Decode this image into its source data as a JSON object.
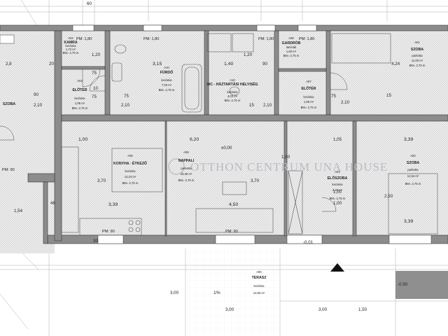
{
  "rooms": [
    {
      "id": "A04",
      "name": "KAMRA",
      "floor": "kerámia",
      "area": "1,72 m²",
      "bm": "BM= 2,75 m"
    },
    {
      "id": "A03",
      "name": "ELŐTÉR",
      "floor": "kerámia",
      "area": "1,95 m²",
      "bm": "BM= 2,75 m"
    },
    {
      "id": "A10",
      "name": "FÜRDŐ",
      "floor": "kerámia",
      "area": "7,00 m²",
      "bm": "BM= 2,75 m"
    },
    {
      "id": "A10",
      "name": "WC - HÁZTARTÁSI HELYISÉG",
      "floor": "kerámia",
      "area": "4,03 m²",
      "bm": "BM= 2,75 m"
    },
    {
      "id": "A08",
      "name": "GARDRÓB",
      "floor": "laminált",
      "area": "1,60 m²",
      "bm": "BM= 2,75 m"
    },
    {
      "id": "A07",
      "name": "ELŐTÉR",
      "floor": "kerámia",
      "area": "1,96 m²",
      "bm": "BM= 2,75 m"
    },
    {
      "id": "A01",
      "name": "SZOBA",
      "floor": "parketta",
      "area": "11,00 m²",
      "bm": "BM= 2,75 m"
    },
    {
      "id": "A06",
      "name": "KONYHA - ÉTKEZŐ",
      "floor": "kerámia",
      "area": "12,24 m²",
      "bm": "BM= 2,75 m"
    },
    {
      "id": "A05",
      "name": "NAPPALI",
      "floor": "parketta",
      "area": "18,35 m²",
      "bm": "BM= 2,75 m"
    },
    {
      "id": "A03",
      "name": "ELŐSZOBA",
      "floor": "kerámia",
      "area": "3,25 m²",
      "bm": "BM= 2,75 m"
    },
    {
      "id": "A02",
      "name": "SZOBA",
      "floor": "parketta",
      "area": "12,54 m²",
      "bm": "BM= 2,75 m"
    },
    {
      "id": "A00",
      "name": "TERASZ",
      "floor": "kerámia",
      "area": "12,83 m²",
      "bm": ""
    },
    {
      "id": "",
      "name": "SZOBA",
      "floor": "",
      "area": "",
      "bm": ""
    }
  ],
  "window_labels": [
    "PM: 1,80",
    "PM: 1,80",
    "PM: 1,80",
    "PM: 1,80",
    "PM: 90",
    "PM: 90",
    "PM: 90"
  ],
  "dimensions": [
    "1,20",
    "3,15",
    "1,40",
    "1,20",
    "90",
    "4,24",
    "2,8",
    "75",
    "75",
    "2,10",
    "75",
    "15",
    "2,10",
    "90",
    "75",
    "2,10",
    "2,10",
    "6,20",
    "1,05",
    "3,39",
    "1,00",
    "3,70",
    "3,70",
    "4,50",
    "3,39",
    "2,50",
    "1,00",
    "3,39",
    "1,54",
    "1,50",
    "3,00",
    "3,00",
    "3,00",
    "1,50",
    "10",
    "20",
    "46",
    "30",
    "15",
    "60",
    "1,00"
  ],
  "levels": [
    "±0,00",
    "-0,01",
    "-0,50"
  ],
  "slope": "1%",
  "watermark": "OTTHON CENTRUM  UNA HOUSE",
  "colors": {
    "wall": "#8c8c8c",
    "line": "#333333",
    "hatch": "#c8c8c8",
    "terrace_shade": "#8f8f8f"
  }
}
